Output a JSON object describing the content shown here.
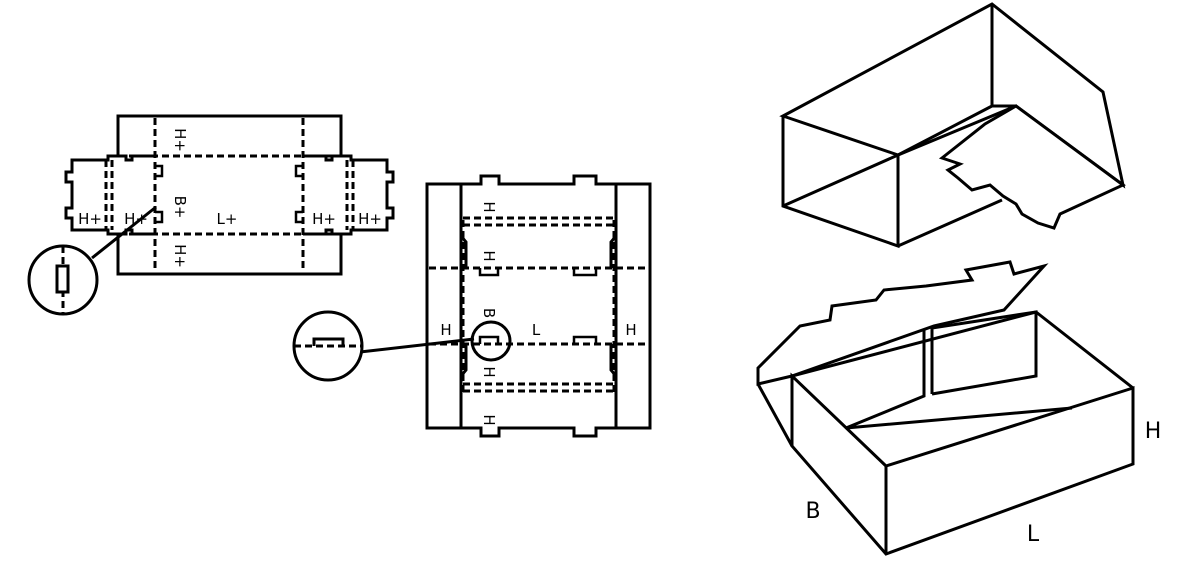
{
  "diagram": {
    "blank1": {
      "top_flap": "H+",
      "bottom_flap": "H+",
      "center_width": "B+",
      "center_length": "L+",
      "left_outer": "H+",
      "left_inner": "H+",
      "right_inner": "H+",
      "right_outer": "H+"
    },
    "blank2": {
      "left": "H",
      "right": "H",
      "center_length": "L",
      "center_width": "B",
      "top_outer": "H",
      "top_inner": "H",
      "bottom_inner": "H",
      "bottom_outer": "H"
    },
    "box": {
      "height": "H",
      "width": "B",
      "length": "L"
    }
  }
}
